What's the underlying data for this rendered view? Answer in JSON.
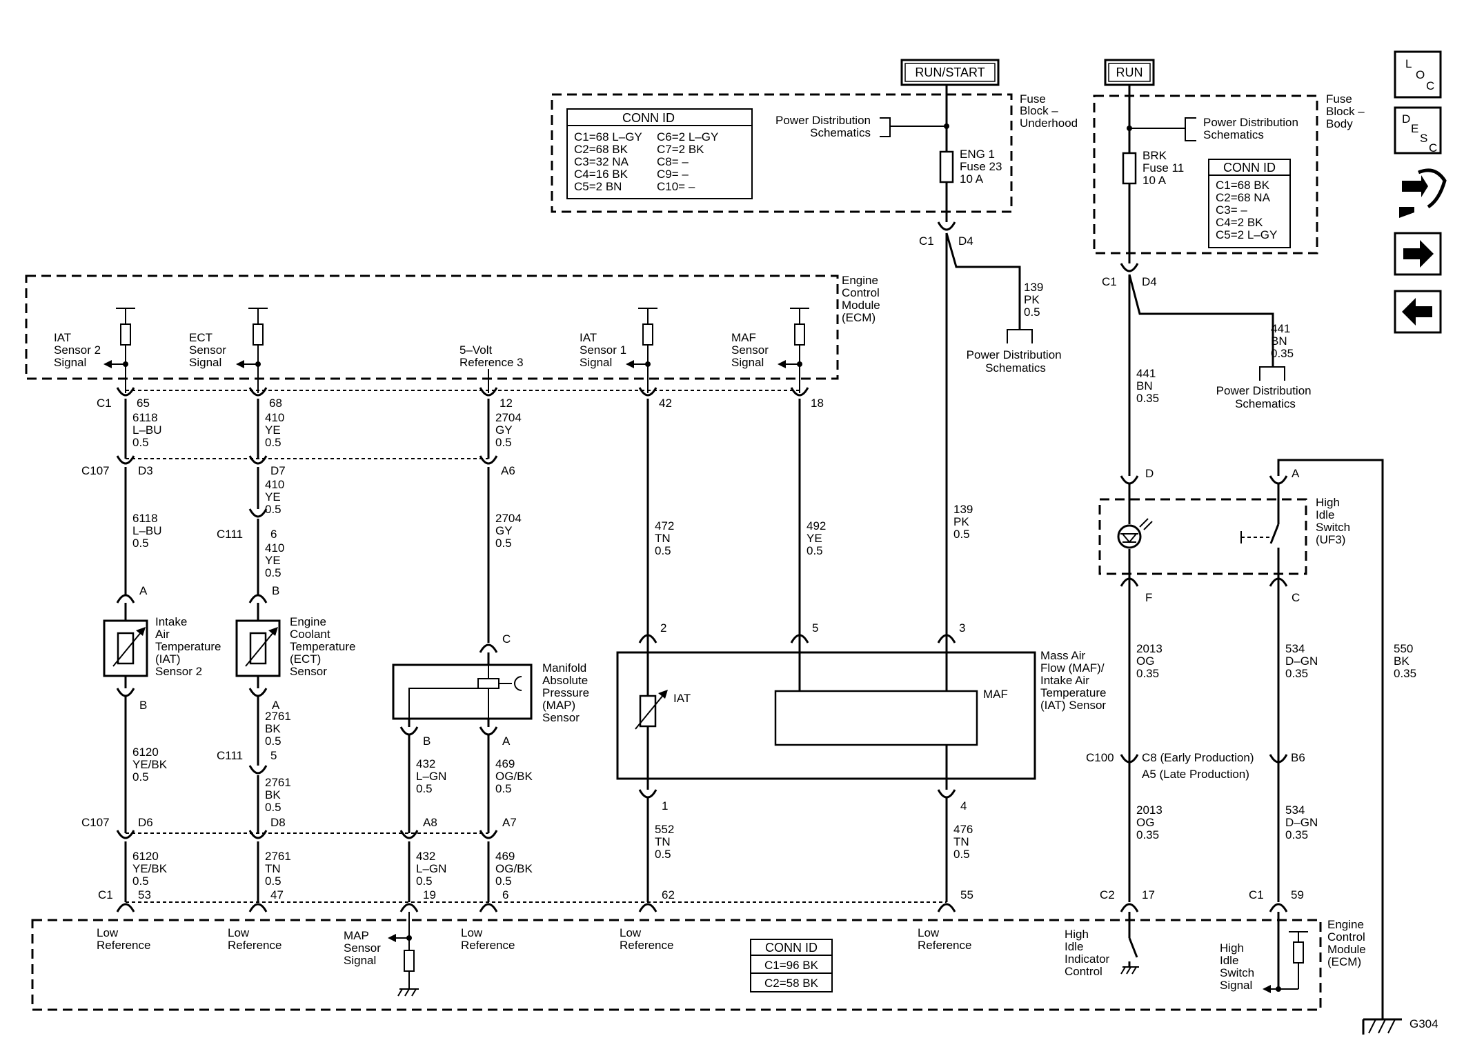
{
  "top": {
    "run_start": "RUN/START",
    "run": "RUN",
    "fuse_block_underhood": [
      "Fuse",
      "Block –",
      "Underhood"
    ],
    "fuse_block_body": [
      "Fuse",
      "Block –",
      "Body"
    ],
    "pds_top_left": [
      "Power Distribution",
      "Schematics"
    ],
    "pds_top_right": [
      "Power Distribution",
      "Schematics"
    ],
    "eng_fuse": [
      "ENG 1",
      "Fuse 23",
      "10 A"
    ],
    "brk_fuse": [
      "BRK",
      "Fuse 11",
      "10 A"
    ],
    "conn_id_underhood": {
      "title": "CONN ID",
      "left": [
        "C1=68 L–GY",
        "C2=68 BK",
        "C3=32 NA",
        "C4=16 BK",
        "C5=2 BN"
      ],
      "right": [
        "C6=2 L–GY",
        "C7=2 BK",
        "C8= –",
        "C9= –",
        "C10= –"
      ]
    },
    "conn_id_body": {
      "title": "CONN ID",
      "lines": [
        "C1=68 BK",
        "C2=68 NA",
        "C3= –",
        "C4=2 BK",
        "C5=2 L–GY"
      ]
    },
    "c1": "C1",
    "d4": "D4",
    "wire_139_top": [
      "139",
      "PK",
      "0.5"
    ],
    "wire_441_top": [
      "441",
      "BN",
      "0.35"
    ],
    "pds_mid_left": [
      "Power Distribution",
      "Schematics"
    ],
    "pds_mid_right": [
      "Power Distribution",
      "Schematics"
    ]
  },
  "ecm_top": {
    "label": [
      "Engine",
      "Control",
      "Module",
      "(ECM)"
    ],
    "iat2": [
      "IAT",
      "Sensor 2",
      "Signal"
    ],
    "ect": [
      "ECT",
      "Sensor",
      "Signal"
    ],
    "ref5v": [
      "5–Volt",
      "Reference 3"
    ],
    "iat1": [
      "IAT",
      "Sensor 1",
      "Signal"
    ],
    "maf": [
      "MAF",
      "Sensor",
      "Signal"
    ]
  },
  "pins": {
    "c1": "C1",
    "p65": "65",
    "p68": "68",
    "p12": "12",
    "p42": "42",
    "p18": "18",
    "c107": "C107",
    "d3": "D3",
    "d7": "D7",
    "a6": "A6",
    "c111": "C111",
    "p6": "6",
    "p5": "5",
    "pin_a": "A",
    "pin_b": "B",
    "pin_c": "C",
    "p2": "2",
    "p5b": "5",
    "p3": "3",
    "p1": "1",
    "p4": "4",
    "d6": "D6",
    "d8": "D8",
    "a8": "A8",
    "a7": "A7",
    "p53": "53",
    "p47": "47",
    "p19": "19",
    "p6b": "6",
    "p62": "62",
    "p55": "55",
    "c2": "C2",
    "p17": "17",
    "p59": "59",
    "pin_d": "D",
    "pin_f": "F",
    "c100": "C100",
    "b6": "B6",
    "c8": "C8 (Early Production)",
    "a5": "A5 (Late Production)"
  },
  "wires": {
    "w6118a": [
      "6118",
      "L–BU",
      "0.5"
    ],
    "w410a": [
      "410",
      "YE",
      "0.5"
    ],
    "w2704a": [
      "2704",
      "GY",
      "0.5"
    ],
    "w6118b": [
      "6118",
      "L–BU",
      "0.5"
    ],
    "w410b": [
      "410",
      "YE",
      "0.5"
    ],
    "w410c": [
      "410",
      "YE",
      "0.5"
    ],
    "w2704b": [
      "2704",
      "GY",
      "0.5"
    ],
    "w472": [
      "472",
      "TN",
      "0.5"
    ],
    "w492": [
      "492",
      "YE",
      "0.5"
    ],
    "w139": [
      "139",
      "PK",
      "0.5"
    ],
    "w441": [
      "441",
      "BN",
      "0.35"
    ],
    "w6120a": [
      "6120",
      "YE/BK",
      "0.5"
    ],
    "w2761a": [
      "2761",
      "BK",
      "0.5"
    ],
    "w2761b": [
      "2761",
      "BK",
      "0.5"
    ],
    "w432a": [
      "432",
      "L–GN",
      "0.5"
    ],
    "w469a": [
      "469",
      "OG/BK",
      "0.5"
    ],
    "w552": [
      "552",
      "TN",
      "0.5"
    ],
    "w476": [
      "476",
      "TN",
      "0.5"
    ],
    "w2013a": [
      "2013",
      "OG",
      "0.35"
    ],
    "w534a": [
      "534",
      "D–GN",
      "0.35"
    ],
    "w550": [
      "550",
      "BK",
      "0.35"
    ],
    "w6120b": [
      "6120",
      "YE/BK",
      "0.5"
    ],
    "w2761c": [
      "2761",
      "TN",
      "0.5"
    ],
    "w432b": [
      "432",
      "L–GN",
      "0.5"
    ],
    "w469b": [
      "469",
      "OG/BK",
      "0.5"
    ],
    "w2013b": [
      "2013",
      "OG",
      "0.35"
    ],
    "w534b": [
      "534",
      "D–GN",
      "0.35"
    ]
  },
  "components": {
    "iat2": [
      "Intake",
      "Air",
      "Temperature",
      "(IAT)",
      "Sensor 2"
    ],
    "ect": [
      "Engine",
      "Coolant",
      "Temperature",
      "(ECT)",
      "Sensor"
    ],
    "map": [
      "Manifold",
      "Absolute",
      "Pressure",
      "(MAP)",
      "Sensor"
    ],
    "maf_iat": [
      "Mass Air",
      "Flow (MAF)/",
      "Intake Air",
      "Temperature",
      "(IAT) Sensor"
    ],
    "iat_inner": "IAT",
    "maf_inner": "MAF",
    "high_idle": [
      "High",
      "Idle",
      "Switch",
      "(UF3)"
    ]
  },
  "ecm_bottom": {
    "label": [
      "Engine",
      "Control",
      "Module",
      "(ECM)"
    ],
    "low_ref": [
      "Low",
      "Reference"
    ],
    "map_signal": [
      "MAP",
      "Sensor",
      "Signal"
    ],
    "high_idle_ind": [
      "High",
      "Idle",
      "Indicator",
      "Control"
    ],
    "high_idle_sw": [
      "High",
      "Idle",
      "Switch",
      "Signal"
    ],
    "conn_id": {
      "title": "CONN ID",
      "lines": [
        "C1=96 BK",
        "C2=58 BK"
      ]
    },
    "ground": "G304"
  },
  "nav": {
    "loc": [
      "L",
      "O",
      "C"
    ],
    "desc": [
      "D",
      "E",
      "S",
      "C"
    ],
    "icons": [
      "loc-icon",
      "desc-icon",
      "connector-icon",
      "next-arrow-icon",
      "back-arrow-icon"
    ]
  }
}
